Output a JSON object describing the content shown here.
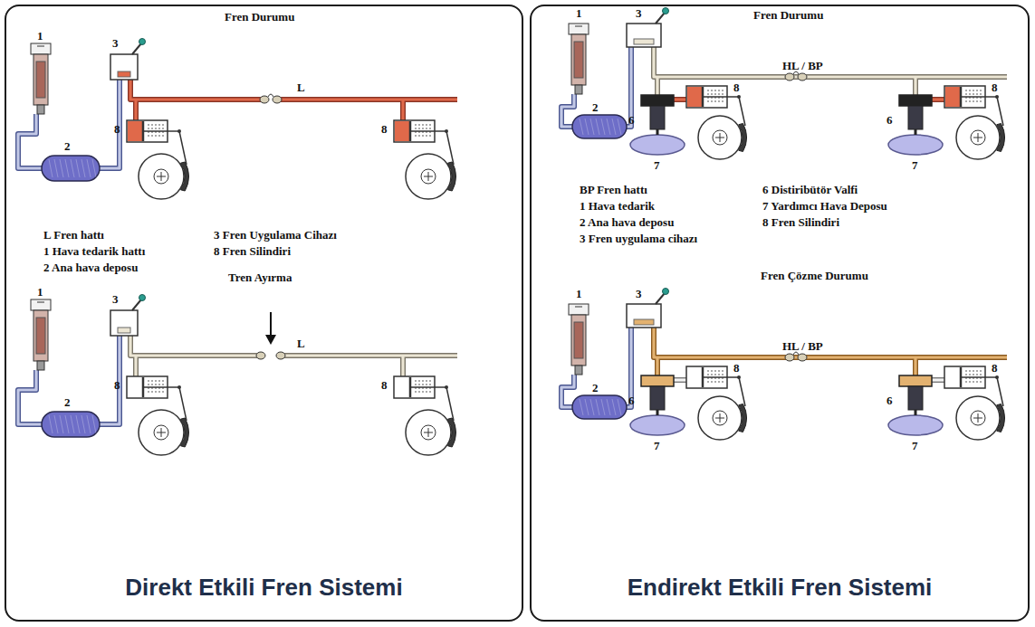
{
  "diagram": {
    "nodes": [
      {
        "text": [
          "Direkt Etkili Fren Sistemi"
        ]
      },
      {
        "text": [
          "Endirekt Etkili Fren Sistemi"
        ]
      }
    ],
    "labels": [
      "Fren Durumu",
      "1",
      "3",
      "2",
      "L",
      "8",
      "8",
      "L Fren hattı",
      "1 Hava tedarik hattı",
      "2 Ana hava deposu",
      "3 Fren Uygulama Cihazı",
      "8 Fren Silindiri",
      "Tren Ayırma",
      "1",
      "3",
      "2",
      "L",
      "8",
      "8",
      "Fren Durumu",
      "1",
      "3",
      "2",
      "HL / BP",
      "8",
      "6",
      "7",
      "8",
      "6",
      "7",
      "BP Fren hattı",
      "1 Hava tedarik",
      "2 Ana hava deposu",
      "3 Fren uygulama cihazı",
      "6 Distiribütör Valfi",
      "7 Yardımcı Hava Deposu",
      "8 Fren Silindiri",
      "Fren Çözme Durumu",
      "1",
      "3",
      "2",
      "HL / BP",
      "8",
      "6",
      "7",
      "8",
      "6",
      "7"
    ]
  }
}
